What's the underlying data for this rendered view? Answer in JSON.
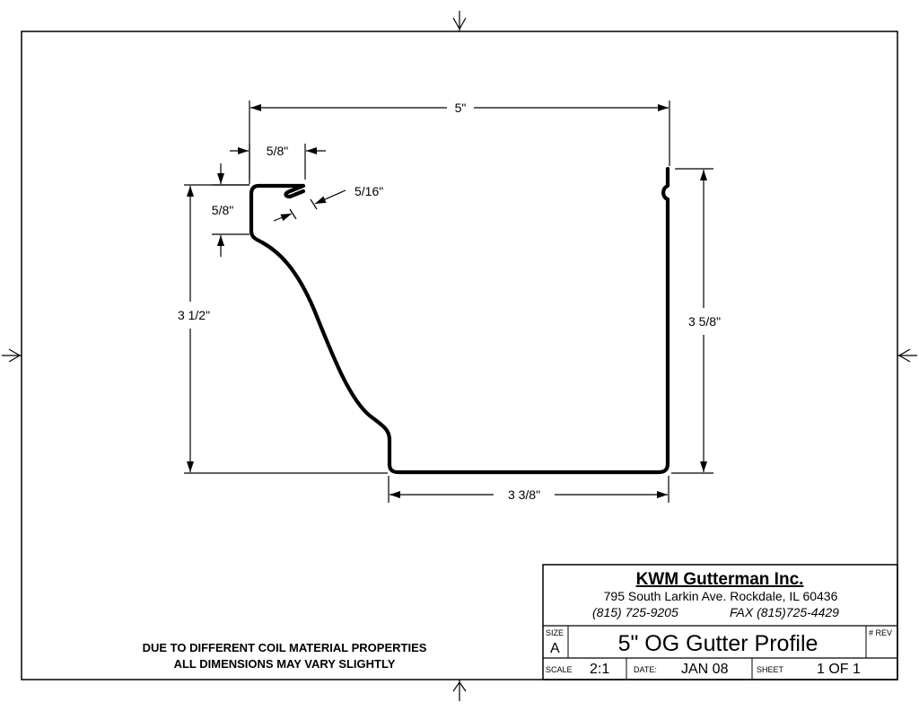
{
  "drawing": {
    "dimensions": {
      "overall_width": "5\"",
      "lip_width": "5/8\"",
      "lip_height": "5/8\"",
      "bead": "5/16\"",
      "front_height": "3 1/2\"",
      "back_height": "3 5/8\"",
      "bottom_width": "3 3/8\""
    },
    "note_line1": "DUE TO DIFFERENT COIL MATERIAL PROPERTIES",
    "note_line2": "ALL DIMENSIONS MAY VARY SLIGHTLY"
  },
  "title_block": {
    "company": "KWM Gutterman Inc.",
    "address": "795 South Larkin Ave. Rockdale, IL 60436",
    "phone": "(815) 725-9205",
    "fax": "FAX (815)725-4429",
    "size_label": "SIZE",
    "size_value": "A",
    "title": "5\" OG Gutter Profile",
    "rev_label": "# REV",
    "scale_label": "SCALE",
    "scale_value": "2:1",
    "date_label": "DATE:",
    "date_value": "JAN 08",
    "sheet_label": "SHEET",
    "sheet_value": "1 OF 1"
  }
}
